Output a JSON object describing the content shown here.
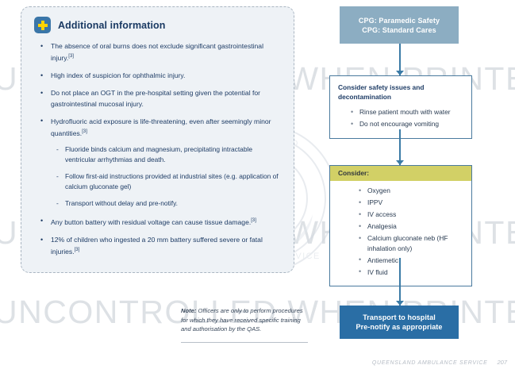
{
  "watermark": {
    "text": "UNCONTROLLED WHEN PRINTED",
    "emblem_label": "QUEENSLAND AMBULANCE SERVICE",
    "color": "#c9cfd6"
  },
  "info_panel": {
    "icon": "plus-icon",
    "icon_bg": "#3a76a8",
    "icon_fg": "#ffd400",
    "title": "Additional information",
    "bullets": [
      {
        "text": "The absence of oral burns does not exclude significant gastrointestinal injury.",
        "ref": "[3]",
        "sub": []
      },
      {
        "text": "High index of suspicion for ophthalmic injury.",
        "ref": "",
        "sub": []
      },
      {
        "text": "Do not place an OGT in the pre-hospital setting given the potential for gastrointestinal mucosal injury.",
        "ref": "",
        "sub": []
      },
      {
        "text": "Hydrofluoric acid exposure is life-threatening, even after seemingly minor quantities.",
        "ref": "[3]",
        "sub": [
          "Fluoride binds calcium and magnesium, precipitating intractable ventricular arrhythmias and death.",
          "Follow first-aid instructions provided at industrial sites (e.g. application of calcium gluconate gel)",
          "Transport without delay and pre-notify."
        ]
      },
      {
        "text": "Any button battery with residual voltage can cause tissue damage.",
        "ref": "[3]",
        "sub": []
      },
      {
        "text": "12% of children who ingested a 20 mm battery suffered severe or fatal injuries.",
        "ref": "[3]",
        "sub": []
      }
    ]
  },
  "note": {
    "label": "Note:",
    "text": " Officers are only to perform procedures for which they have received specific training and authorisation by the QAS."
  },
  "flowchart": {
    "type": "flowchart",
    "boxes": [
      {
        "id": "cpg",
        "style": "filled-light-blue",
        "color": "#8cadc2",
        "lines": [
          "CPG: Paramedic Safety",
          "CPG: Standard Cares"
        ]
      },
      {
        "id": "safety",
        "style": "outlined",
        "border_color": "#4a7a9e",
        "title": "Consider safety issues and decontamination",
        "items": [
          "Rinse patient mouth with water",
          "Do not encourage vomiting"
        ]
      },
      {
        "id": "consider",
        "style": "outlined-with-header",
        "header_color": "#d2d066",
        "border_color": "#4a7a9e",
        "header": "Consider:",
        "items": [
          "Oxygen",
          "IPPV",
          "IV access",
          "Analgesia",
          "Calcium gluconate neb (HF inhalation only)",
          "Antiemetic",
          "IV fluid"
        ]
      },
      {
        "id": "transport",
        "style": "filled-dark-blue",
        "color": "#2a6ea5",
        "lines": [
          "Transport to hospital",
          "Pre-notify as appropriate"
        ]
      }
    ],
    "connector_color": "#3b7ba6"
  },
  "footer": {
    "organisation": "QUEENSLAND AMBULANCE SERVICE",
    "page": "207"
  }
}
